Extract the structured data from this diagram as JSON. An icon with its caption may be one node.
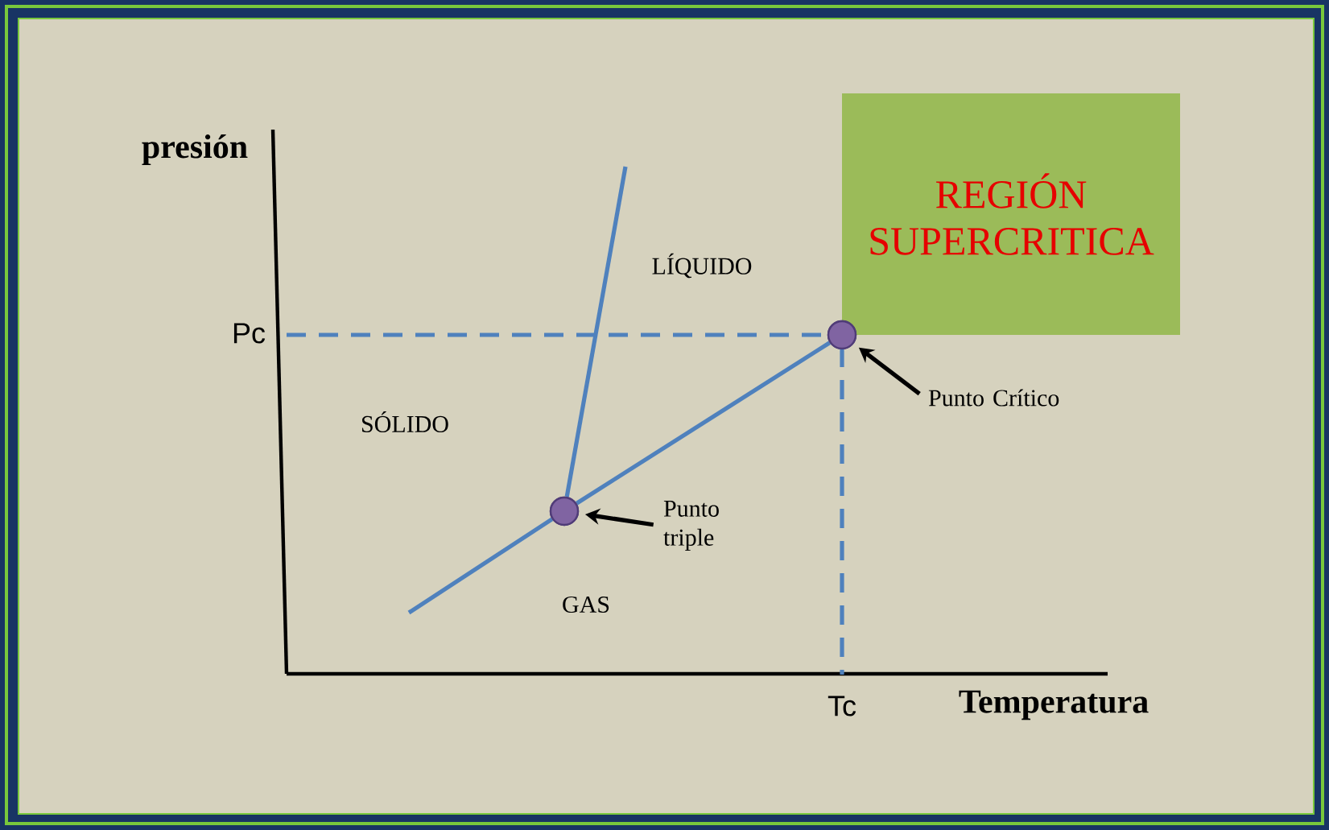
{
  "diagram": {
    "nodes": [
      {
        "text": [
          "REGIÓN SUPERCRITICA"
        ]
      },
      {
        "text": [
          "Punto Crítico"
        ]
      },
      {
        "text": [],
        "shape": "circle"
      },
      {
        "text": [
          "Punto triple"
        ]
      },
      {
        "text": [],
        "shape": "circle"
      }
    ],
    "edges": [
      {
        "from": 1,
        "to": 2,
        "arrow": "to",
        "color": "#000000"
      },
      {
        "from": 3,
        "to": 4,
        "arrow": "to",
        "color": "#000000"
      },
      {
        "from": 4,
        "to": 2,
        "arrow": "none"
      },
      {
        "from": null,
        "to": 4,
        "arrow": "none"
      },
      {
        "from": 4,
        "to": null,
        "arrow": "none"
      }
    ],
    "labels": [
      "presión",
      "Pc",
      "LÍQUIDO",
      "SÓLIDO",
      "GAS",
      "Tc",
      "Temperatura"
    ]
  }
}
